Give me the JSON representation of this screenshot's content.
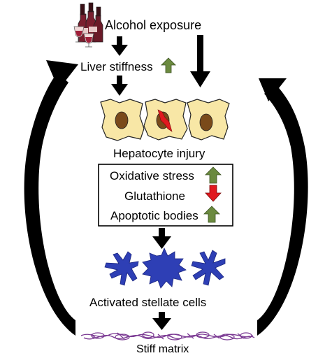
{
  "labels": {
    "alcohol_exposure": "Alcohol exposure",
    "liver_stiffness": "Liver stiffness",
    "hepatocyte_injury": "Hepatocyte injury",
    "oxidative_stress": "Oxidative stress",
    "glutathione": "Glutathione",
    "apoptotic_bodies": "Apoptotic bodies",
    "activated_stellate_cells": "Activated stellate cells",
    "stiff_matrix": "Stiff matrix"
  },
  "indicators": {
    "liver_stiffness": "up",
    "oxidative_stress": "up",
    "glutathione": "down",
    "apoptotic_bodies": "up"
  },
  "colors": {
    "up_arrow": "#6b8a3f",
    "down_arrow": "#e0191f",
    "hepatocyte_fill": "#f8e7a6",
    "nucleus": "#7a4a1a",
    "stellate_cell": "#2e3fb5",
    "matrix_fiber": "#7b3a93",
    "wine": "#7a1f2f"
  },
  "icons": {
    "wine_bottles": "wine-bottles-icon"
  }
}
